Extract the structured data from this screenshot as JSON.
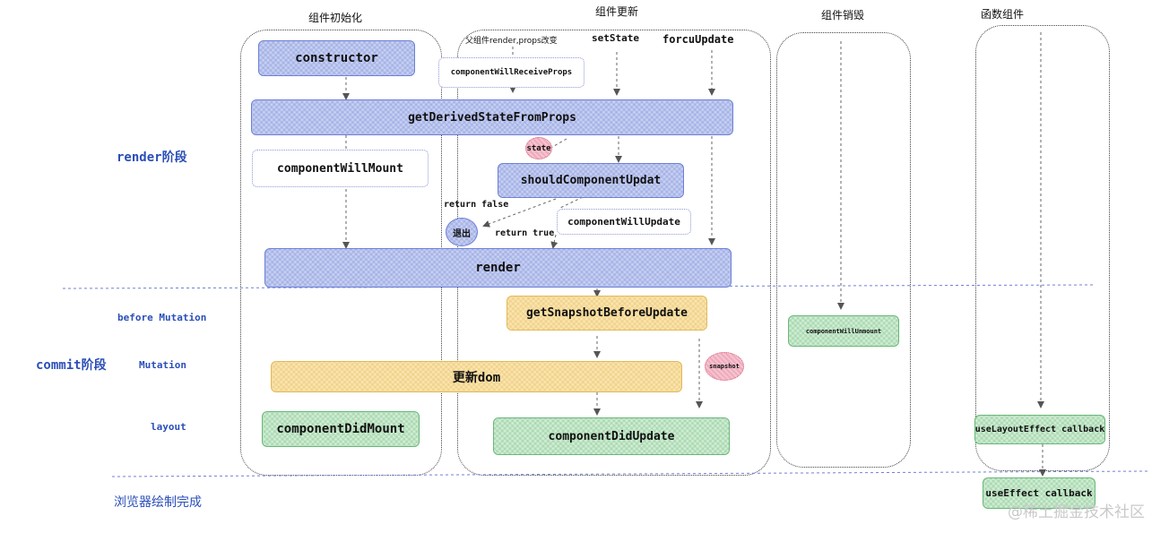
{
  "headers": {
    "init": "组件初始化",
    "update": "组件更新",
    "unmount": "组件销毁",
    "func": "函数组件"
  },
  "phases": {
    "render": "render阶段",
    "commit": "commit阶段",
    "before_mutation": "before Mutation",
    "mutation": "Mutation",
    "layout": "layout",
    "browser_done": "浏览器绘制完成"
  },
  "triggers": {
    "parent_render": "父组件render,props改变",
    "set_state": "setState",
    "force_update": "forcuUpdate"
  },
  "nodes": {
    "constructor": "constructor",
    "cwrp": "componentWillReceiveProps",
    "gdsfp": "getDerivedStateFromProps",
    "cwm": "componentWillMount",
    "scu": "shouldComponentUpdat",
    "cwu": "componentWillUpdate",
    "render": "render",
    "exit": "退出",
    "gsbu": "getSnapshotBeforeUpdate",
    "update_dom": "更新dom",
    "cdm": "componentDidMount",
    "cdu": "componentDidUpdate",
    "cwun": "componentWillUnmount",
    "use_layout_effect": "useLayoutEffect callback",
    "use_effect": "useEffect callback"
  },
  "edge_labels": {
    "state": "state",
    "snapshot": "snapshot",
    "return_false": "return false",
    "return_true": "return true"
  },
  "watermark": "@稀土掘金技术社区",
  "colors": {
    "blue": "#c9d2f1",
    "yellow": "#fbe6b2",
    "green": "#d3eed6",
    "pink": "#f6c3d0",
    "phase_text": "#2b4fb8"
  }
}
